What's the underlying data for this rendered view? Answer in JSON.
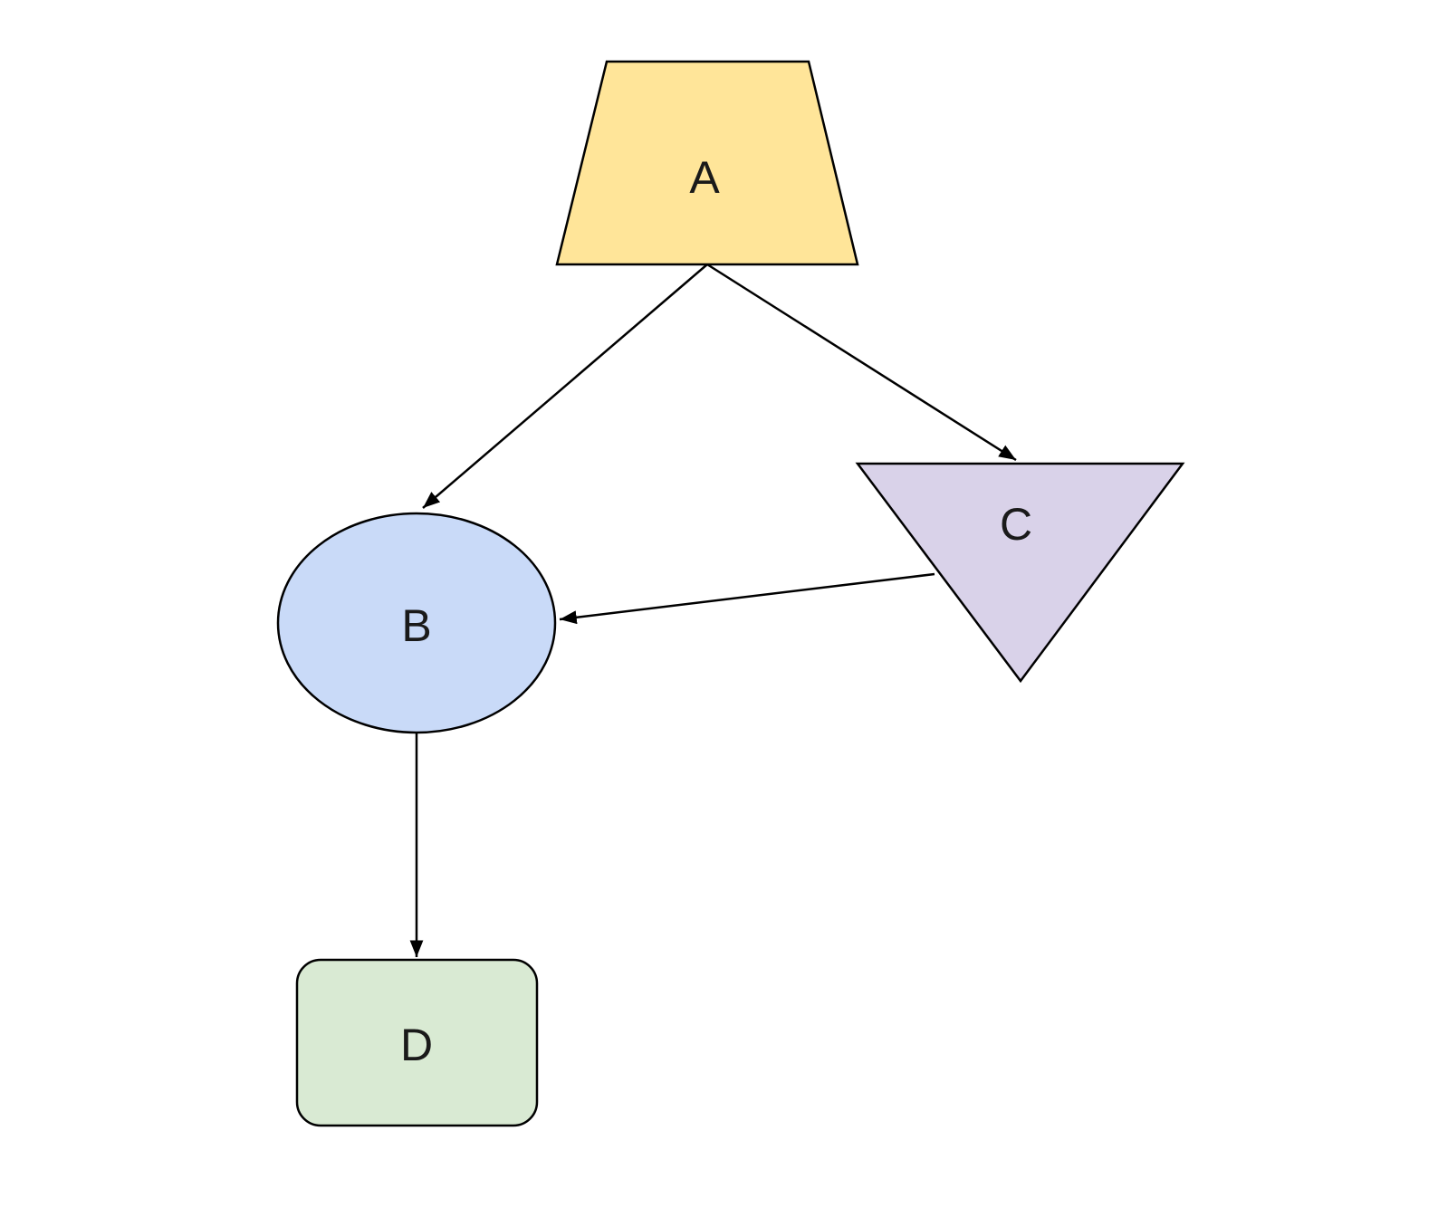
{
  "diagram": {
    "background_color": "#ffffff",
    "edge_color": "#000000",
    "nodes": {
      "A": {
        "label": "A",
        "shape": "trapezoid",
        "fill": "#ffe599",
        "border": "#000000"
      },
      "B": {
        "label": "B",
        "shape": "ellipse",
        "fill": "#c9daf8",
        "border": "#000000"
      },
      "C": {
        "label": "C",
        "shape": "inverted-triangle",
        "fill": "#d9d2e9",
        "border": "#000000"
      },
      "D": {
        "label": "D",
        "shape": "rounded-rectangle",
        "fill": "#d9ead3",
        "border": "#000000"
      }
    },
    "edges": [
      {
        "from": "A",
        "to": "B",
        "directed": true
      },
      {
        "from": "A",
        "to": "C",
        "directed": true
      },
      {
        "from": "C",
        "to": "B",
        "directed": true
      },
      {
        "from": "B",
        "to": "D",
        "directed": true
      }
    ]
  }
}
